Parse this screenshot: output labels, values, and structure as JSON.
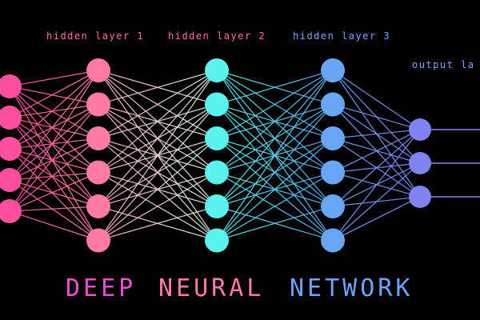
{
  "labels": {
    "hidden_1": "hidden layer 1",
    "hidden_2": "hidden layer 2",
    "hidden_3": "hidden layer 3",
    "output": "output la"
  },
  "title": {
    "word_1": "DEEP",
    "word_2": "NEURAL",
    "word_3": "NETWORK"
  },
  "layers": [
    {
      "role": "input",
      "node_count": 5,
      "color": "#ff4f9e"
    },
    {
      "role": "hidden_1",
      "node_count": 6,
      "color": "#ff7aa5"
    },
    {
      "role": "hidden_2",
      "node_count": 6,
      "color": "#5cf2ee"
    },
    {
      "role": "hidden_3",
      "node_count": 6,
      "color": "#68a6f5"
    },
    {
      "role": "output",
      "node_count": 3,
      "color": "#7d84f0"
    }
  ],
  "colors": {
    "background": "#000000",
    "label_pink": "#ff6fa3",
    "label_blue": "#7aa2ff",
    "title_magenta": "#e84fd4",
    "title_pink": "#ff7ab0",
    "title_blue": "#6fa3ff",
    "edge_input_h1": "#ff6fa0",
    "edge_h1_h2": "#f0d4da",
    "edge_h2_h3": "#4fd8ee",
    "edge_h3_out": "#7d86f0"
  }
}
